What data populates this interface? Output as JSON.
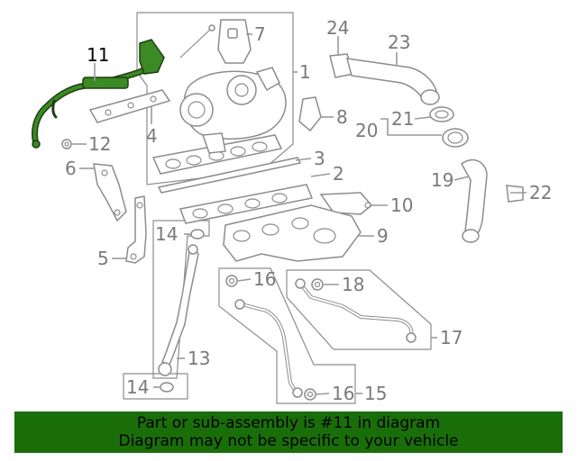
{
  "diagram": {
    "highlighted_part": "11",
    "callouts": [
      "11",
      "7",
      "1",
      "24",
      "23",
      "4",
      "12",
      "6",
      "21",
      "20",
      "8",
      "3",
      "2",
      "19",
      "22",
      "10",
      "5",
      "14",
      "9",
      "16",
      "18",
      "17",
      "13",
      "14",
      "16",
      "15"
    ]
  },
  "banner": {
    "line1": "Part or sub-assembly is #11 in diagram",
    "line2": "Diagram may not be specific to your vehicle"
  },
  "colors": {
    "banner_bg": "#1a6e0a",
    "highlight_part": "#2a6e1a",
    "callout_text": "#7a7a7a",
    "line_art": "#8c8c8c"
  }
}
